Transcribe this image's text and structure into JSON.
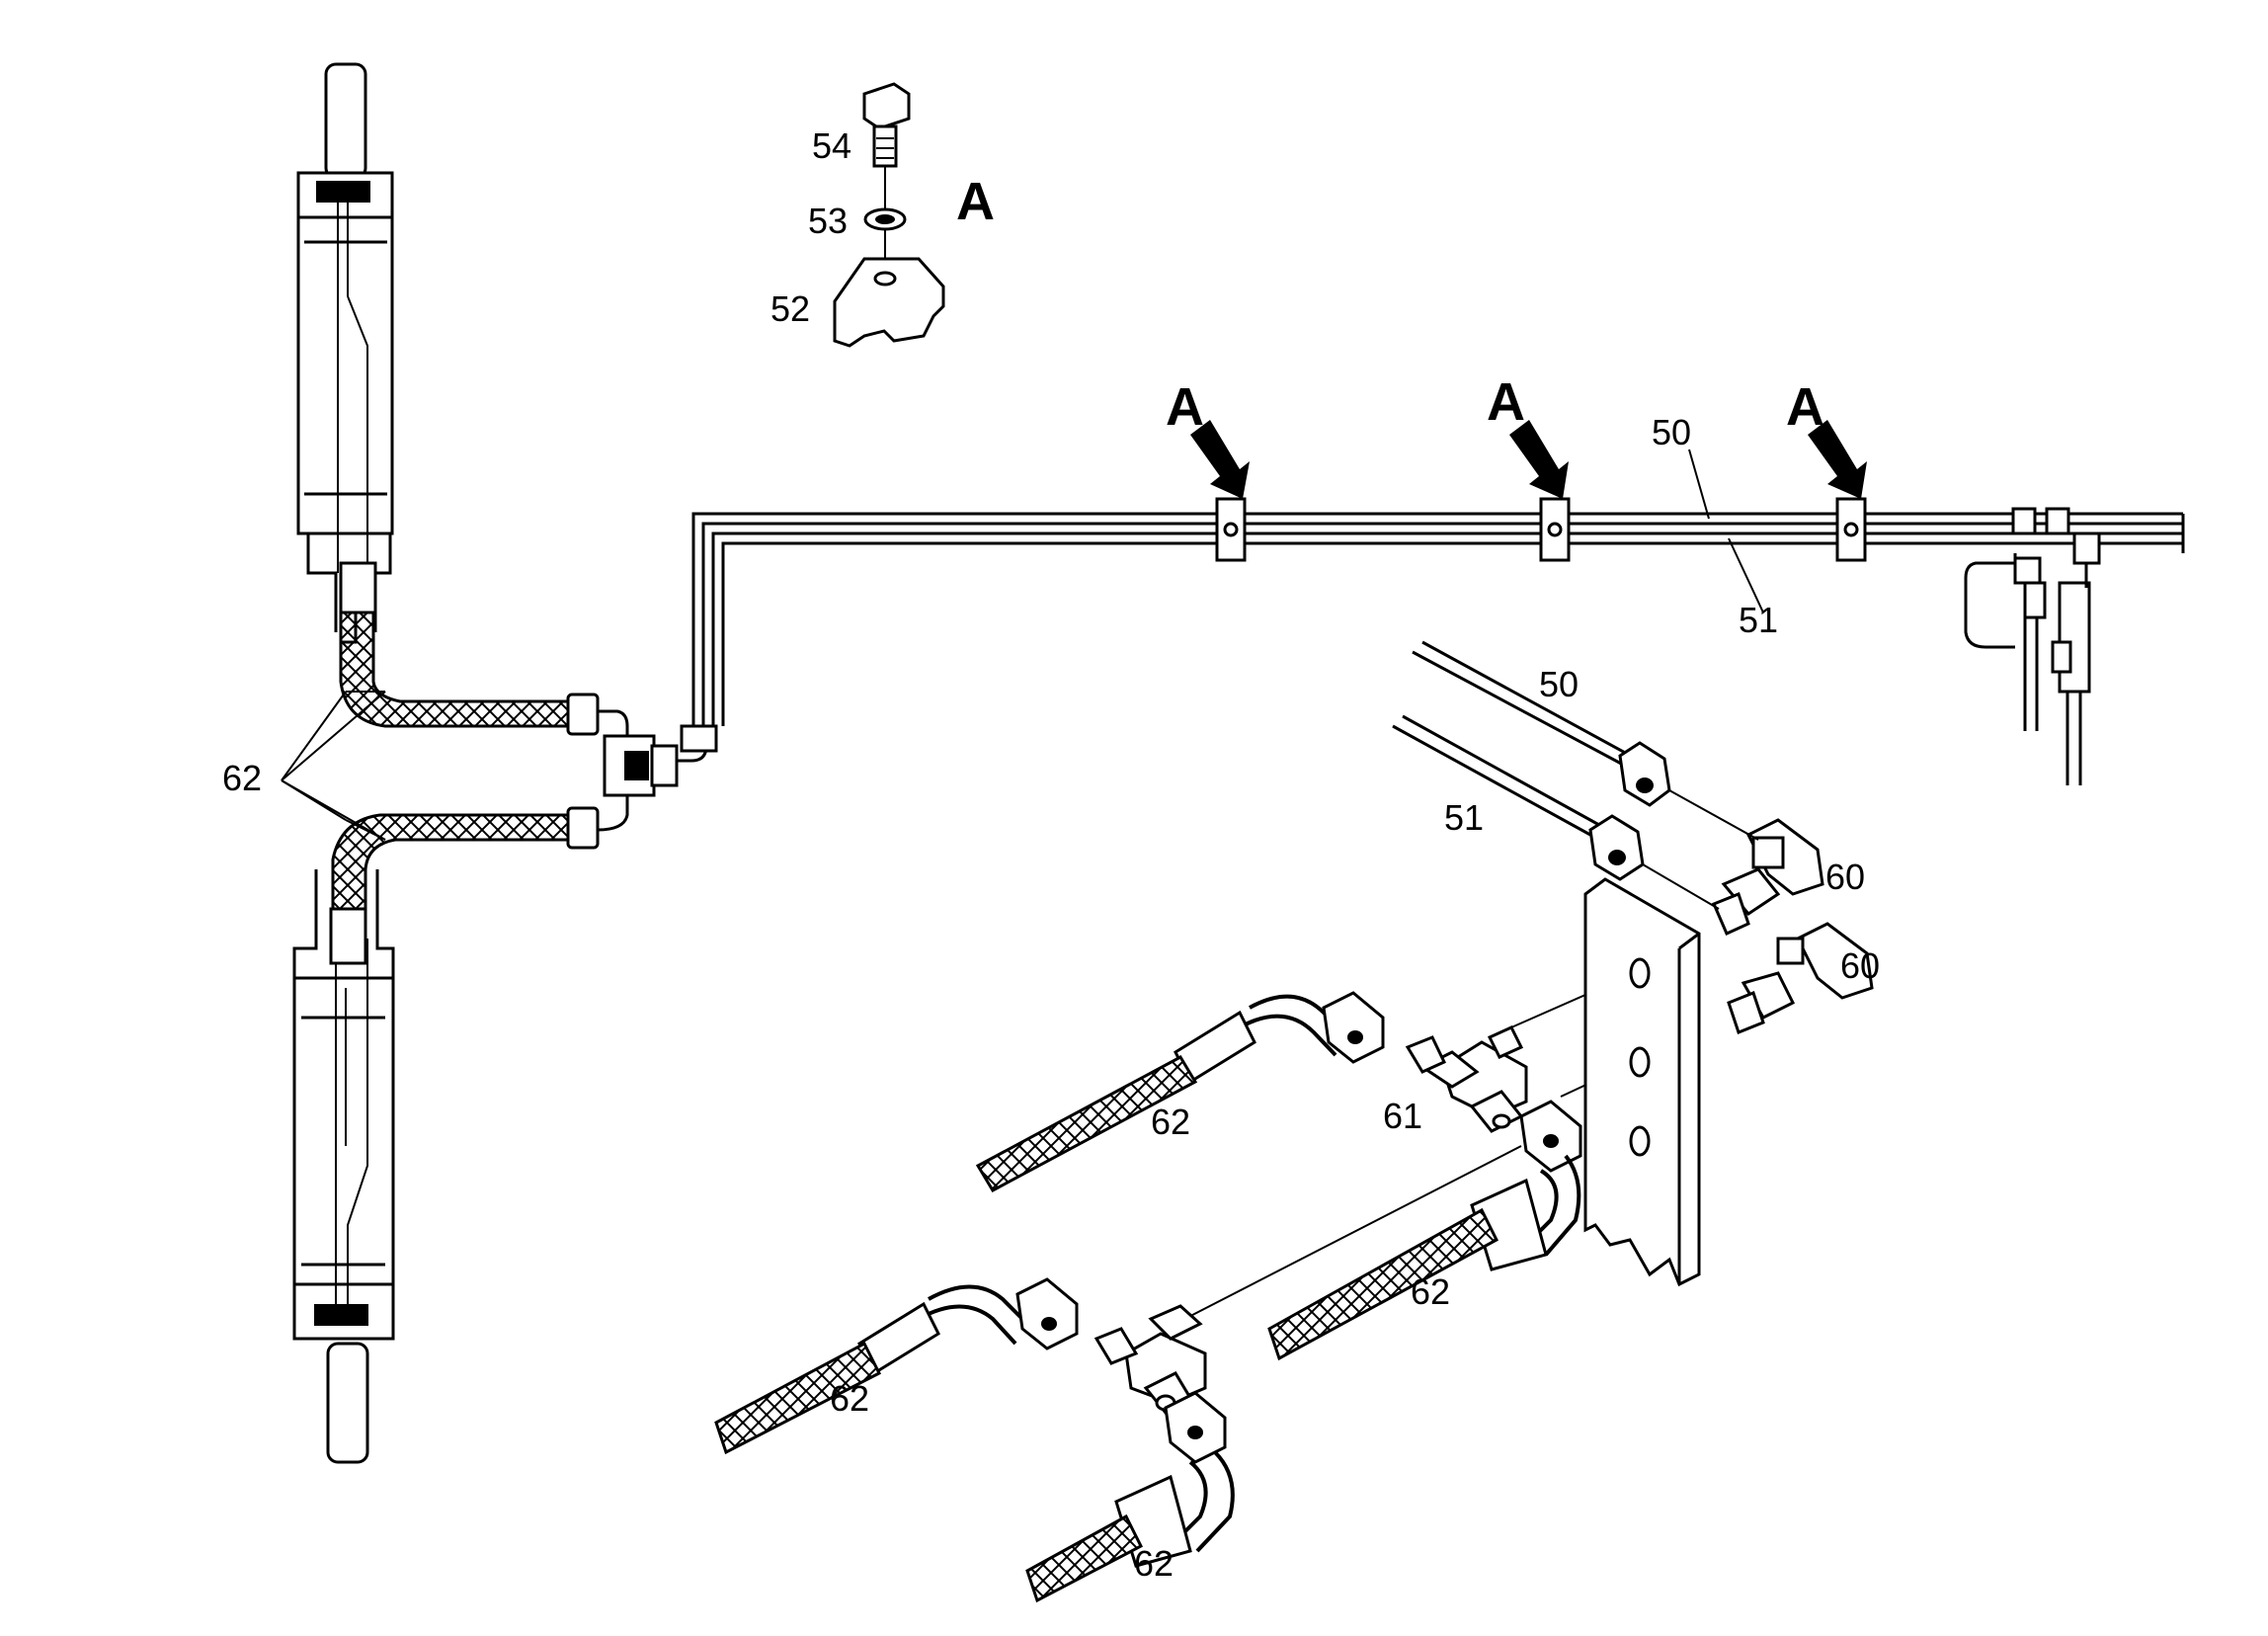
{
  "labels": {
    "detail_a": "A",
    "arrow_a": "A",
    "n50": "50",
    "n51": "51",
    "n52": "52",
    "n53": "53",
    "n54": "54",
    "n60": "60",
    "n61": "61",
    "n62": "62"
  }
}
